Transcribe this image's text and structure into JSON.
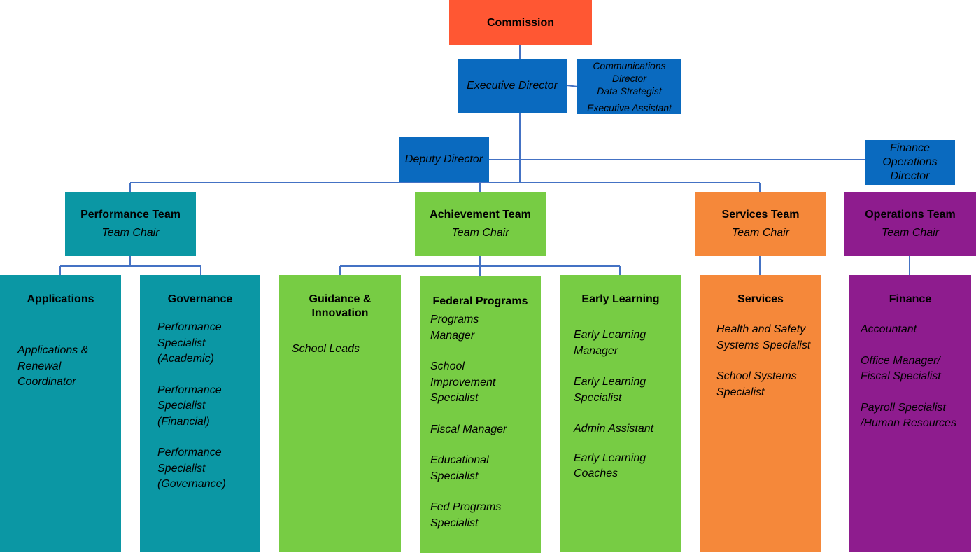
{
  "colors": {
    "commission": "#FF5733",
    "blue": "#0A6ABF",
    "teal": "#0B97A4",
    "green": "#77CC44",
    "orange": "#F5883A",
    "purple": "#8E1C8E",
    "connector": "#4472C4"
  },
  "commission": {
    "title": "Commission"
  },
  "executive_director": {
    "title": "Executive Director"
  },
  "exec_staff": {
    "items": [
      "Communications Director",
      "Data Strategist",
      "Executive Assistant"
    ]
  },
  "deputy_director": {
    "title": "Deputy Director"
  },
  "finance_ops_director": {
    "title": "Finance Operations Director"
  },
  "teams": {
    "performance": {
      "title": "Performance Team",
      "subtitle": "Team Chair"
    },
    "achievement": {
      "title": "Achievement Team",
      "subtitle": "Team Chair"
    },
    "services": {
      "title": "Services Team",
      "subtitle": "Team Chair"
    },
    "operations": {
      "title": "Operations Team",
      "subtitle": "Team Chair"
    }
  },
  "units": {
    "applications": {
      "title": "Applications",
      "items": [
        "Applications & Renewal Coordinator"
      ]
    },
    "governance": {
      "title": "Governance",
      "items": [
        "Performance Specialist (Academic)",
        "Performance Specialist (Financial)",
        "Performance Specialist (Governance)"
      ]
    },
    "guidance": {
      "title": "Guidance & Innovation",
      "items": [
        "School Leads"
      ]
    },
    "federal": {
      "title": "Federal Programs",
      "items": [
        "Programs Manager",
        "School Improvement Specialist",
        "Fiscal Manager",
        "Educational Specialist",
        "Fed Programs Specialist"
      ]
    },
    "early": {
      "title": "Early Learning",
      "items": [
        "Early Learning Manager",
        "Early Learning Specialist",
        "Admin Assistant",
        "Early Learning Coaches"
      ]
    },
    "services": {
      "title": "Services",
      "items": [
        "Health and Safety Systems Specialist",
        "School Systems Specialist"
      ]
    },
    "finance": {
      "title": "Finance",
      "items": [
        "Accountant",
        "Office Manager/ Fiscal Specialist",
        "Payroll Specialist /Human Resources"
      ]
    }
  }
}
